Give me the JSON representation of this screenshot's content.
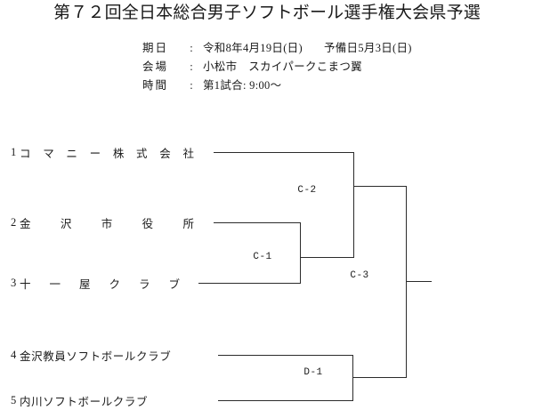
{
  "title": "第７２回全日本総合男子ソフトボール選手権大会県予選",
  "info": {
    "rows": [
      {
        "label": "期日",
        "colon": ":",
        "value_main": "令和8年4月19日(日)",
        "value_extra": "予備日5月3日(日)"
      },
      {
        "label": "会場",
        "colon": ":",
        "value_main": "小松市　スカイパークこまつ翼",
        "value_extra": ""
      },
      {
        "label": "時間",
        "colon": ":",
        "value_main": "第1試合: 9:00～",
        "value_extra": ""
      }
    ]
  },
  "bracket": {
    "teams": [
      {
        "no": "1",
        "name": "コマニー株式会社"
      },
      {
        "no": "2",
        "name": "金沢市役所"
      },
      {
        "no": "3",
        "name": "十一屋クラブ"
      },
      {
        "no": "4",
        "name": "金沢教員ソフトボールクラブ"
      },
      {
        "no": "5",
        "name": "内川ソフトボールクラブ"
      }
    ],
    "matches": [
      {
        "id": "C-1",
        "label": "C-1"
      },
      {
        "id": "C-2",
        "label": "C-2"
      },
      {
        "id": "C-3",
        "label": "C-3"
      },
      {
        "id": "D-1",
        "label": "D-1"
      }
    ]
  },
  "colors": {
    "line": "#2b2b2b",
    "text": "#1a1a1a",
    "background": "#ffffff"
  }
}
